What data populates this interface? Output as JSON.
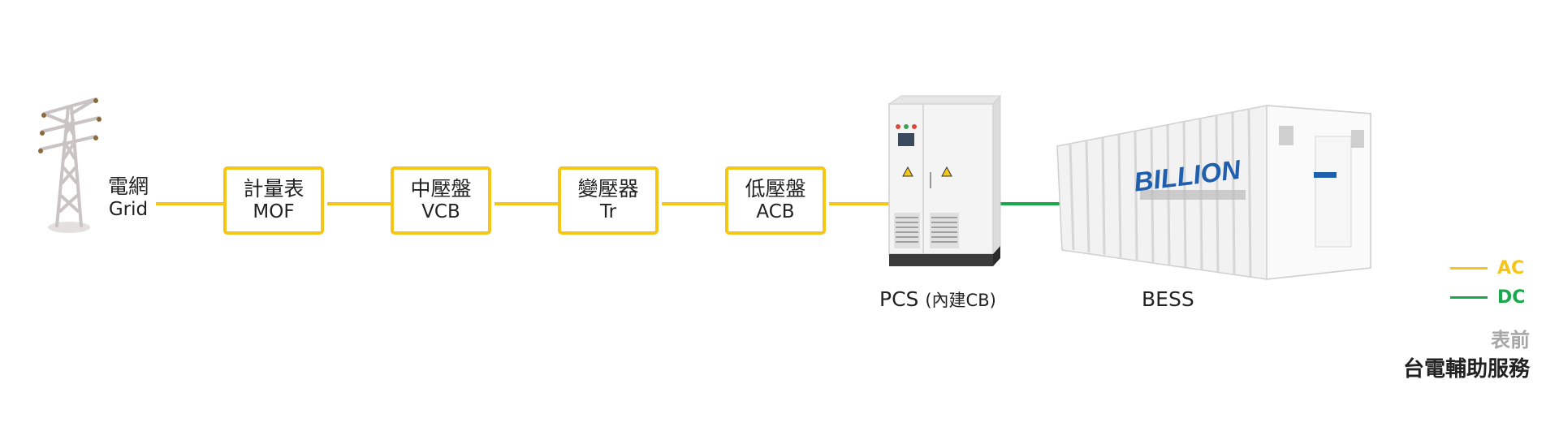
{
  "colors": {
    "ac": "#F5C518",
    "dc": "#1AA84C",
    "box_border": "#F5C518",
    "note_gray": "#a6a6a6"
  },
  "grid": {
    "zh": "電網",
    "en": "Grid",
    "icon": "transmission-tower-icon"
  },
  "nodes": [
    {
      "zh": "計量表",
      "en": "MOF"
    },
    {
      "zh": "中壓盤",
      "en": "VCB"
    },
    {
      "zh": "變壓器",
      "en": "Tr"
    },
    {
      "zh": "低壓盤",
      "en": "ACB"
    }
  ],
  "pcs": {
    "label": "PCS",
    "sub": "(內建CB)",
    "icon": "pcs-cabinet-icon"
  },
  "bess": {
    "label": "BESS",
    "brand": "BILLION",
    "icon": "battery-container-icon"
  },
  "legend": [
    {
      "label": "AC",
      "color": "#F5C518"
    },
    {
      "label": "DC",
      "color": "#1AA84C"
    }
  ],
  "note": {
    "sub": "表前",
    "main": "台電輔助服務"
  }
}
